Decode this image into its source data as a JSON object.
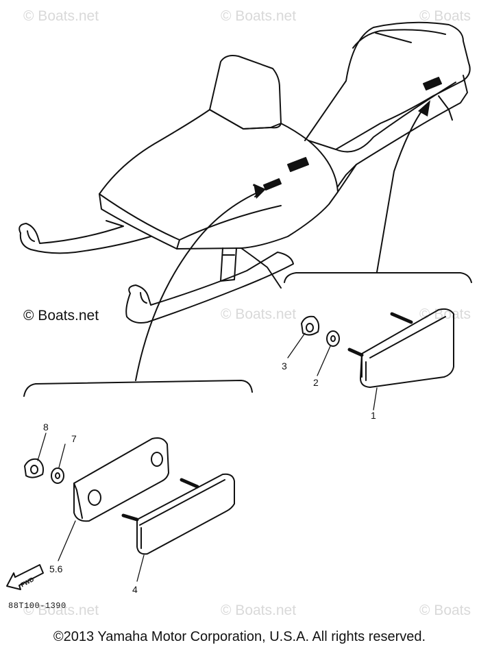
{
  "watermarks": [
    "© Boats.net",
    "© Boats.net",
    "© Boats",
    "© Boats.net",
    "© Boats",
    "© Boats.net",
    "© Boats.net",
    "© Boats"
  ],
  "boats_label": "© Boats.net",
  "callouts": {
    "c1": "1",
    "c2": "2",
    "c3": "3",
    "c4": "4",
    "c56": "5.6",
    "c7": "7",
    "c8": "8"
  },
  "fwd_label": "FWD",
  "diagram_code": "88T100-1390",
  "copyright": "©2013 Yamaha Motor Corporation, U.S.A. All rights reserved."
}
